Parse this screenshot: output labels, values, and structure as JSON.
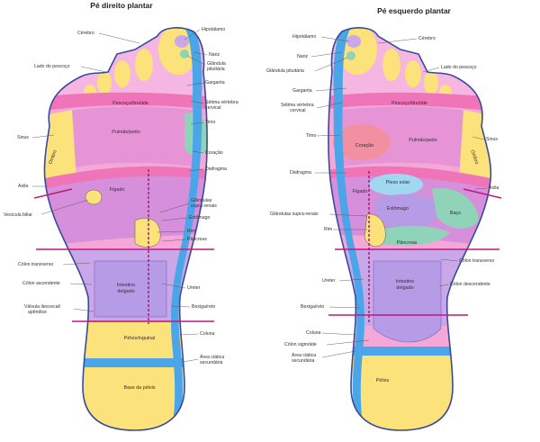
{
  "right_foot": {
    "title": "Pé direito plantar",
    "labels": {
      "cerebro": "Cérebro",
      "hipotalamo": "Hipotálamo",
      "nariz": "Nariz",
      "glandula1": "Glândula",
      "glandula2": "pituitária",
      "lado_pescoco": "Lado do pescoço",
      "garganta": "Garganta",
      "setima1": "Sétima vértebra",
      "setima2": "cervical",
      "sinus": "Sinus",
      "timo": "Timo",
      "coracao": "Coração",
      "diafragma": "Diafragma",
      "axila": "Axila",
      "vesicula": "Vesícula biliar",
      "supra1": "Glândulas",
      "supra2": "supra-renais",
      "estomago": "Estômago",
      "rim": "Rim",
      "pancreas": "Pâncreas",
      "colon_transverso": "Cólon transverso",
      "colon_ascendente": "Cólon ascendente",
      "ureter": "Ureter",
      "valvula1": "Válvula ileocecal/",
      "valvula2": "apêndice",
      "bexiga": "Bexiga/reto",
      "coluna": "Coluna",
      "area1": "Área ciática",
      "area2": "secundária"
    },
    "zones": {
      "pescoco_tireoide": "Pescoço/tireóide",
      "pulmao_peito": "Pulmão/peito",
      "ombro": "Ombro",
      "figado": "Fígado",
      "intestino1": "Intestino",
      "intestino2": "delgado",
      "pelvis_inguinal": "Pélvis/inguinal",
      "base_pelvis": "Base da pélvis"
    }
  },
  "left_foot": {
    "title": "Pé esquerdo plantar",
    "labels": {
      "hipotalamo": "Hipotálamo",
      "cerebro": "Cérebro",
      "nariz": "Nariz",
      "glandula": "Glândula pituitária",
      "lado_pescoco": "Lado do pescoço",
      "garganta": "Garganta",
      "setima1": "Sétima vértebra",
      "setima2": "cervical",
      "timo": "Timo",
      "sinus": "Sinus",
      "diafragma": "Diafragma",
      "axila": "Axila",
      "supra": "Glândulas supra-renais",
      "rim": "Rim",
      "colon_transverso": "Cólon transverso",
      "ureter": "Ureter",
      "colon_descendente": "Cólon descendente",
      "bexiga": "Bexiga/reto",
      "coluna": "Coluna",
      "colon_sigmoide": "Cólon sigmóide",
      "area1": "Área ciática",
      "area2": "secundária"
    },
    "zones": {
      "pescoco_tireoide": "Pescoço/tireóide",
      "coracao": "Coração",
      "pulmao_peito": "Pulmão/peito",
      "ombro": "Ombro",
      "figado": "Fígado",
      "plexo": "Plexo solar",
      "estomago": "Estômago",
      "baco": "Baço",
      "pancreas": "Pâncreas",
      "intestino1": "Intestino",
      "intestino2": "delgado",
      "pelvis": "Pélvis"
    }
  },
  "colors": {
    "pink": "#f28fc7",
    "magenta": "#ef75b8",
    "yellow": "#fbe27a",
    "lavender": "#c9a7e8",
    "purple": "#a58de0",
    "blue": "#4aa6e8",
    "green": "#8fd4b8",
    "sky": "#9fd8f0",
    "outline": "#3a4a9a",
    "cut": "#c0197d"
  }
}
